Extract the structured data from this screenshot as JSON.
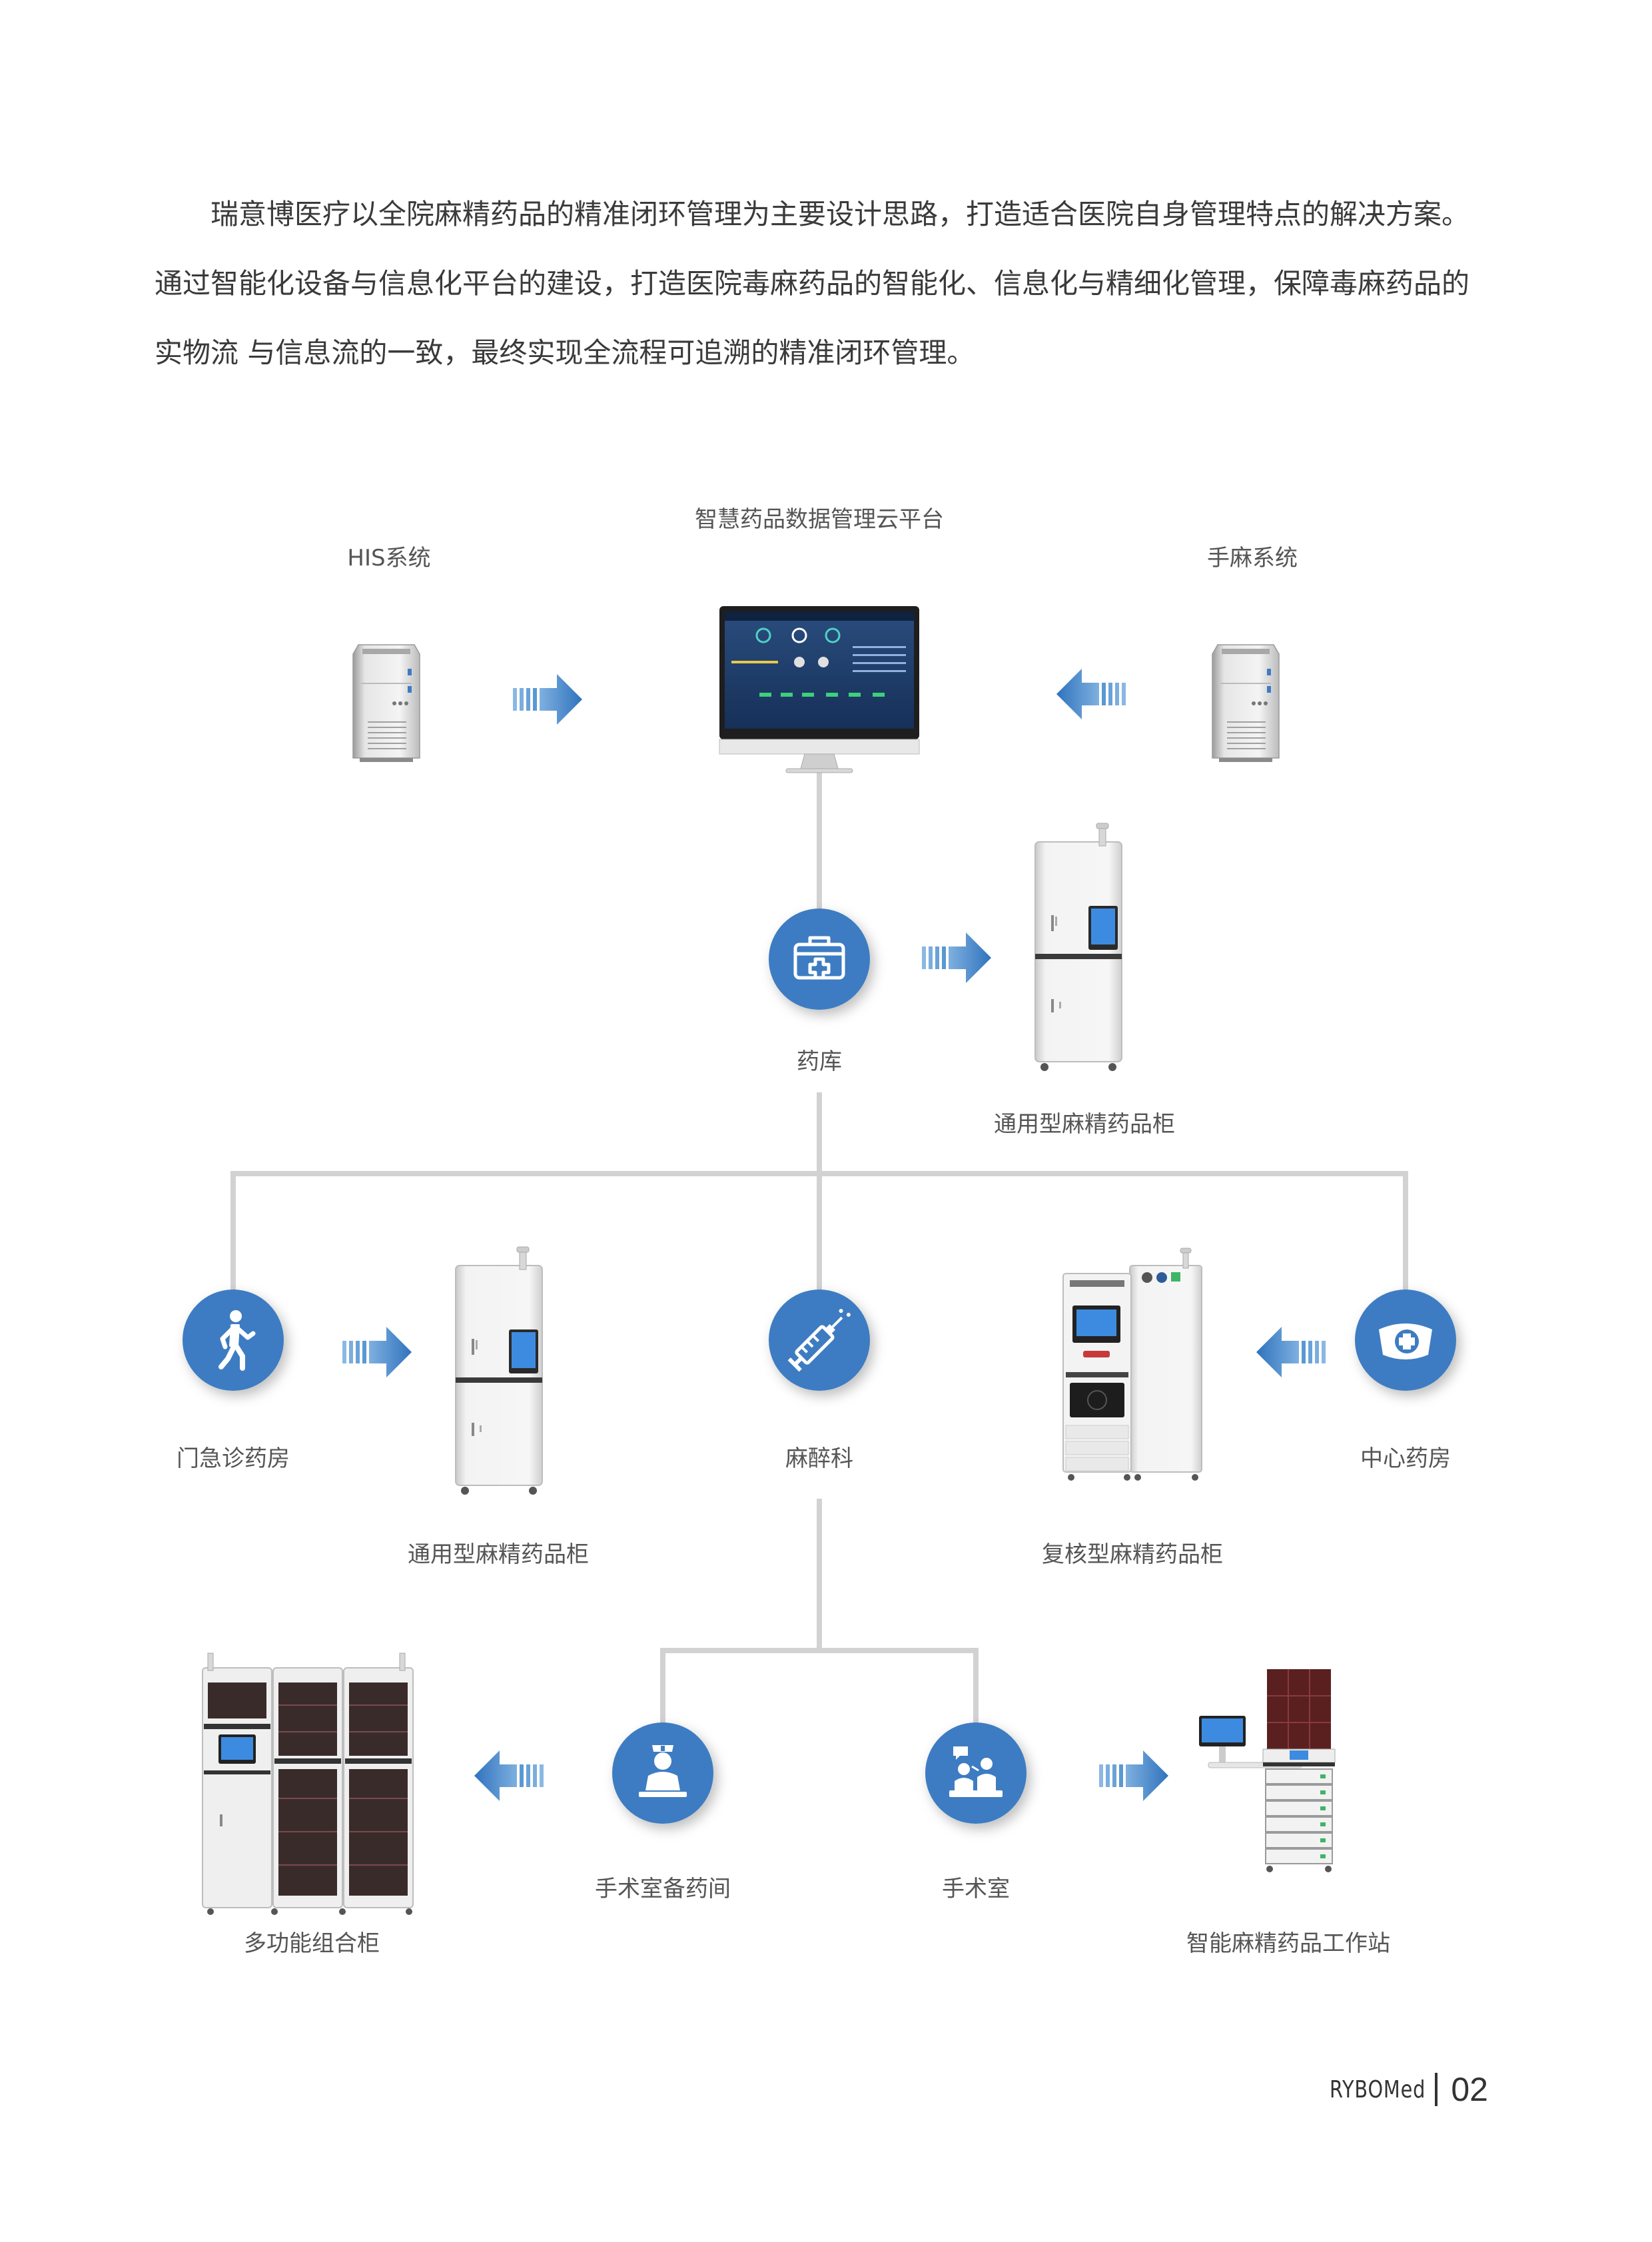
{
  "intro": {
    "line1": "瑞意博医疗以全院麻精药品的精准闭环管理为主要设计思路，打造适合医院自身管理特点的解决方案。",
    "line2": "通过智能化设备与信息化平台的建设，打造医院毒麻药品的智能化、信息化与精细化管理，保障毒麻药品的",
    "line3": "实物流 与信息流的一致，最终实现全流程可追溯的精准闭环管理。"
  },
  "nodes": {
    "cloud_platform": "智慧药品数据管理云平台",
    "his": "HIS系统",
    "anesthesia_system": "手麻系统",
    "warehouse": "药库",
    "warehouse_cabinet": "通用型麻精药品柜",
    "outpatient": "门急诊药房",
    "outpatient_cabinet": "通用型麻精药品柜",
    "anesthesiology": "麻醉科",
    "central_pharmacy": "中心药房",
    "review_cabinet": "复核型麻精药品柜",
    "or_pharmacy": "手术室备药间",
    "operating_room": "手术室",
    "multi_cabinet": "多功能组合柜",
    "workstation": "智能麻精药品工作站"
  },
  "colors": {
    "accent": "#3d7cc2",
    "line": "#d2d2d2",
    "text": "#555555"
  },
  "footer": {
    "brand": "RYBOMed",
    "page": "02"
  }
}
